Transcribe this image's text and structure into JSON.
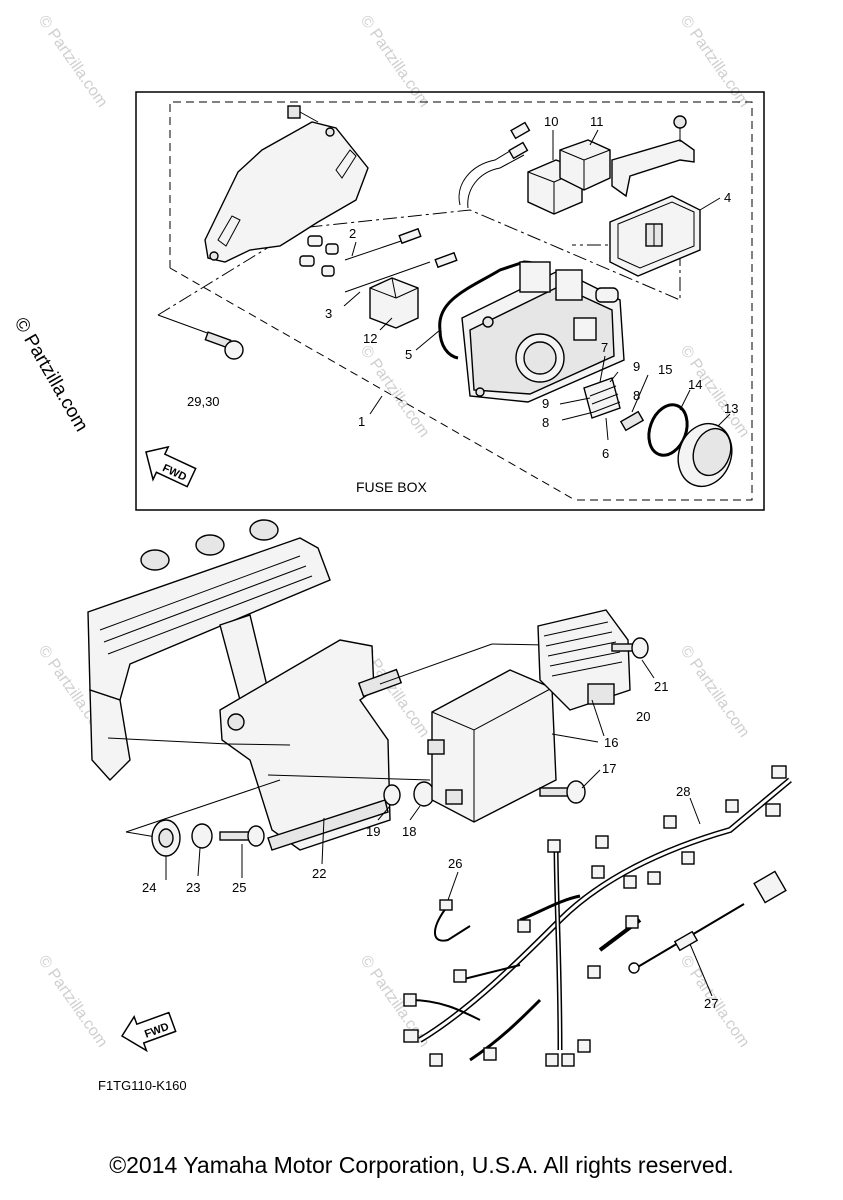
{
  "watermark": "© Partzilla.com",
  "side_watermark": "© Partzilla.com",
  "fuse_box_label": "FUSE BOX",
  "fwd_label": "FWD",
  "diagram_code": "F1TG110-K160",
  "copyright": "©2014 Yamaha Motor Corporation, U.S.A. All rights reserved.",
  "callouts": {
    "c1": "1",
    "c2": "2",
    "c3": "3",
    "c4": "4",
    "c5": "5",
    "c6": "6",
    "c7": "7",
    "c8a": "8",
    "c8b": "8",
    "c9a": "9",
    "c9b": "9",
    "c10": "10",
    "c11": "11",
    "c12": "12",
    "c13": "13",
    "c14": "14",
    "c15": "15",
    "c16": "16",
    "c17": "17",
    "c18": "18",
    "c19": "19",
    "c20": "20",
    "c21": "21",
    "c22": "22",
    "c23": "23",
    "c24": "24",
    "c25": "25",
    "c26": "26",
    "c27": "27",
    "c28": "28",
    "c2930": "29,30"
  }
}
